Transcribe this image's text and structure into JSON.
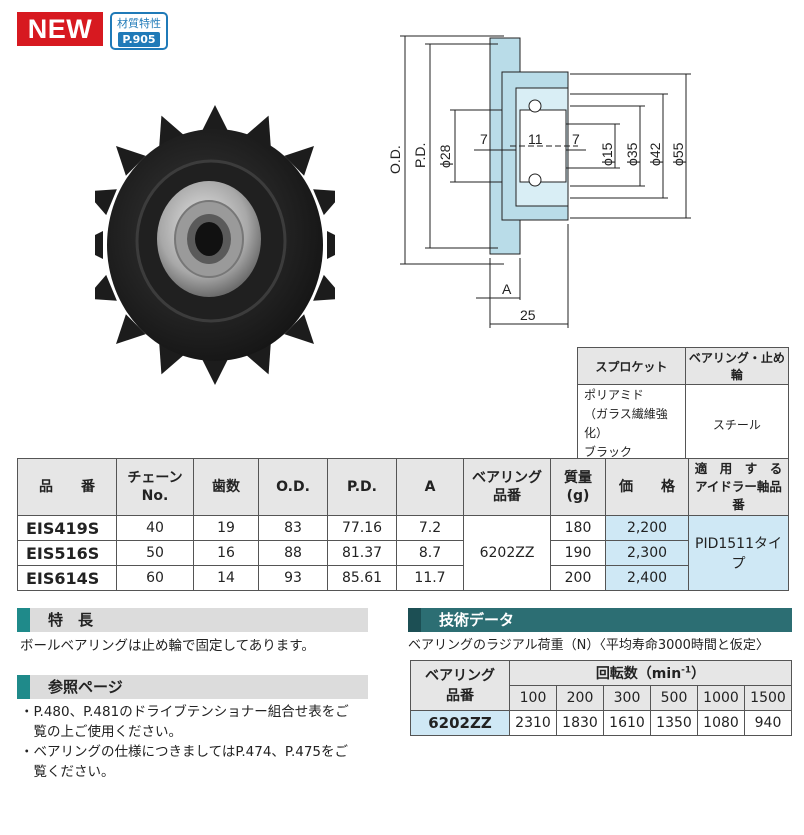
{
  "badge": {
    "new": "NEW",
    "material_label": "材質特性",
    "material_page": "P.905"
  },
  "diagram": {
    "od": "O.D.",
    "pd": "P.D.",
    "d28": "ϕ28",
    "w7a": "7",
    "w11": "11",
    "w7b": "7",
    "d15": "ϕ15",
    "d35": "ϕ35",
    "d42": "ϕ42",
    "d55": "ϕ55",
    "a": "A",
    "w25": "25"
  },
  "material_table": {
    "headers": [
      "スプロケット",
      "ベアリング・止め輪"
    ],
    "sprocket_lines": [
      "ポリアミド",
      "（ガラス繊維強化）",
      "ブラック"
    ],
    "bearing": "スチール"
  },
  "main_table": {
    "headers": {
      "part": "品　　番",
      "chain": [
        "チェーン",
        "No."
      ],
      "teeth": "歯数",
      "od": "O.D.",
      "pd": "P.D.",
      "a": "A",
      "bearing": [
        "ベアリング",
        "品番"
      ],
      "mass": [
        "質量",
        "(g)"
      ],
      "price": "価　　格",
      "idler": [
        "適　用　す　る",
        "アイドラー軸品番"
      ]
    },
    "rows": [
      {
        "part": "EIS419S",
        "chain": "40",
        "teeth": "19",
        "od": "83",
        "pd": "77.16",
        "a": "7.2",
        "mass": "180",
        "price": "2,200"
      },
      {
        "part": "EIS516S",
        "chain": "50",
        "teeth": "16",
        "od": "88",
        "pd": "81.37",
        "a": "8.7",
        "mass": "190",
        "price": "2,300"
      },
      {
        "part": "EIS614S",
        "chain": "60",
        "teeth": "14",
        "od": "93",
        "pd": "85.61",
        "a": "11.7",
        "mass": "200",
        "price": "2,400"
      }
    ],
    "bearing_no": "6202ZZ",
    "idler_shaft": "PID1511タイプ"
  },
  "features": {
    "title": "特　長",
    "text": "ボールベアリングは止め輪で固定してあります。"
  },
  "reference": {
    "title": "参照ページ",
    "items": [
      "・P.480、P.481のドライブテンショナー組合せ表をご",
      "　覧の上ご使用ください。",
      "・ベアリングの仕様につきましてはP.474、P.475をご",
      "　覧ください。"
    ]
  },
  "tech": {
    "title": "技術データ",
    "subtitle": "ベアリングのラジアル荷重（N）〈平均寿命3000時間と仮定〉",
    "bearing_header": [
      "ベアリング",
      "品番"
    ],
    "rpm_header": "回転数（min",
    "rpm_sup": "-1",
    "rpm_close": "）",
    "rpms": [
      "100",
      "200",
      "300",
      "500",
      "1000",
      "1500"
    ],
    "row_part": "6202ZZ",
    "loads": [
      "2310",
      "1830",
      "1610",
      "1350",
      "1080",
      "940"
    ]
  },
  "colors": {
    "new_red": "#d71920",
    "accent_blue": "#1f7ab8",
    "highlight": "#cfe8f5",
    "section_teal": "#2c6e73"
  }
}
